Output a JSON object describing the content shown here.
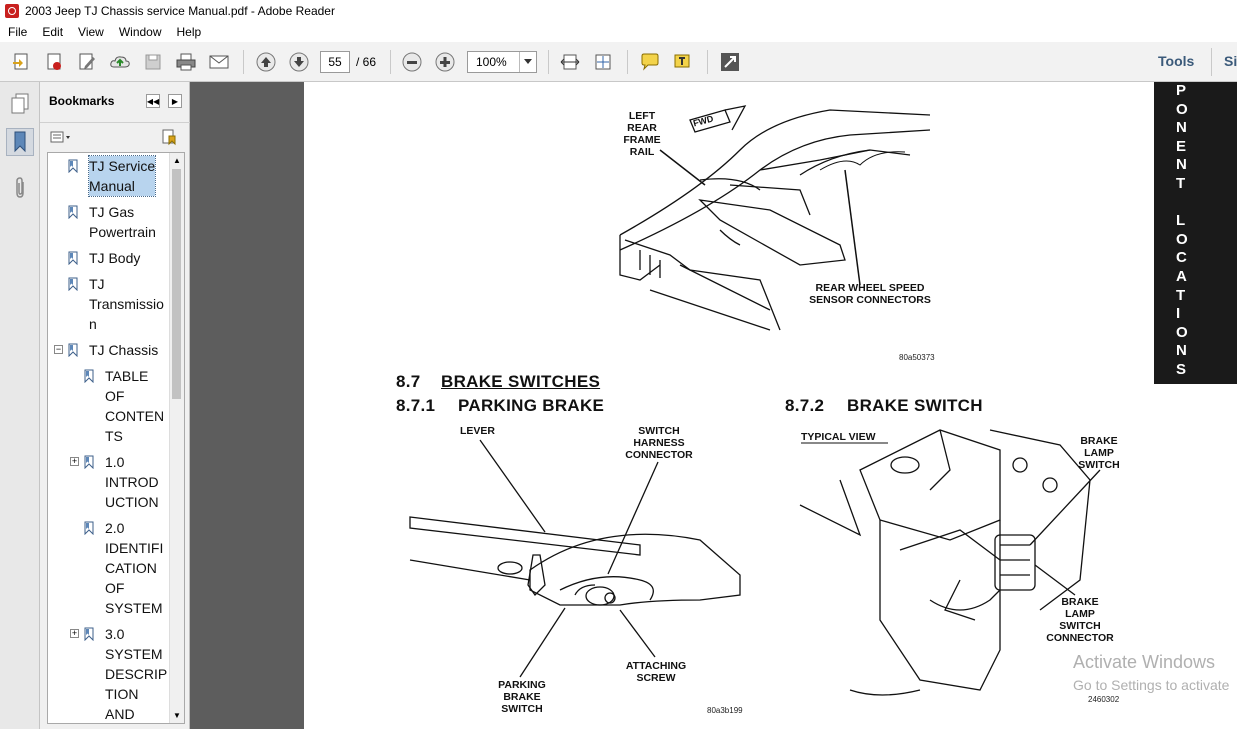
{
  "window": {
    "title": "2003 Jeep TJ Chassis service Manual.pdf - Adobe Reader"
  },
  "menu": [
    "File",
    "Edit",
    "View",
    "Window",
    "Help"
  ],
  "toolbar": {
    "page_current": "55",
    "page_total": "/ 66",
    "zoom": "100%",
    "tools_label": "Tools",
    "sign_label": "Si"
  },
  "bookmarks": {
    "header": "Bookmarks",
    "items": [
      {
        "label": "TJ Service Manual",
        "lines": [
          "TJ Service",
          "Manual"
        ],
        "selected": true
      },
      {
        "label": "TJ Gas Powertrain",
        "lines": [
          "TJ Gas",
          "Powertrain"
        ]
      },
      {
        "label": "TJ Body",
        "lines": [
          "TJ Body"
        ]
      },
      {
        "label": "TJ Transmission",
        "lines": [
          "TJ",
          "Transmissio",
          "n"
        ]
      },
      {
        "label": "TJ Chassis",
        "lines": [
          "TJ Chassis"
        ],
        "expanded": true
      },
      {
        "label": "TABLE OF CONTENTS",
        "lines": [
          "TABLE",
          "OF",
          "CONTEN",
          "TS"
        ]
      },
      {
        "label": "1.0 INTRODUCTION",
        "lines": [
          "1.0",
          "INTROD",
          "UCTION"
        ],
        "collapsed": true
      },
      {
        "label": "2.0 IDENTIFICATION OF SYSTEM",
        "lines": [
          "2.0",
          "IDENTIFI",
          "CATION",
          "OF",
          "SYSTEM"
        ]
      },
      {
        "label": "3.0 SYSTEM DESCRIPTION AND",
        "lines": [
          "3.0",
          "SYSTEM",
          "DESCRIP",
          "TION",
          "AND"
        ],
        "collapsed": true
      }
    ]
  },
  "document": {
    "side_tab_letters": [
      "P",
      "O",
      "N",
      "E",
      "N",
      "T",
      "",
      "L",
      "O",
      "C",
      "A",
      "T",
      "I",
      "O",
      "N",
      "S"
    ],
    "section_heading": "8.7",
    "section_title": "BRAKE SWITCHES",
    "sub1_num": "8.7.1",
    "sub1_title": "PARKING BRAKE",
    "sub2_num": "8.7.2",
    "sub2_title": "BRAKE SWITCH",
    "fig1": {
      "label_rail": [
        "LEFT",
        "REAR",
        "FRAME",
        "RAIL"
      ],
      "label_fwd": "FWD",
      "label_sensor": [
        "REAR WHEEL SPEED",
        "SENSOR CONNECTORS"
      ],
      "fig_id": "80a50373"
    },
    "fig2": {
      "label_lever": "LEVER",
      "label_harness": [
        "SWITCH",
        "HARNESS",
        "CONNECTOR"
      ],
      "label_screw": [
        "ATTACHING",
        "SCREW"
      ],
      "label_switch": [
        "PARKING",
        "BRAKE",
        "SWITCH"
      ],
      "fig_id": "80a3b199"
    },
    "fig3": {
      "label_typical": "TYPICAL VIEW",
      "label_lamp": [
        "BRAKE",
        "LAMP",
        "SWITCH"
      ],
      "label_connector": [
        "BRAKE",
        "LAMP",
        "SWITCH",
        "CONNECTOR"
      ],
      "fig_id": "2460302"
    }
  },
  "watermark": {
    "line1": "Activate Windows",
    "line2": "Go to Settings to activate"
  }
}
